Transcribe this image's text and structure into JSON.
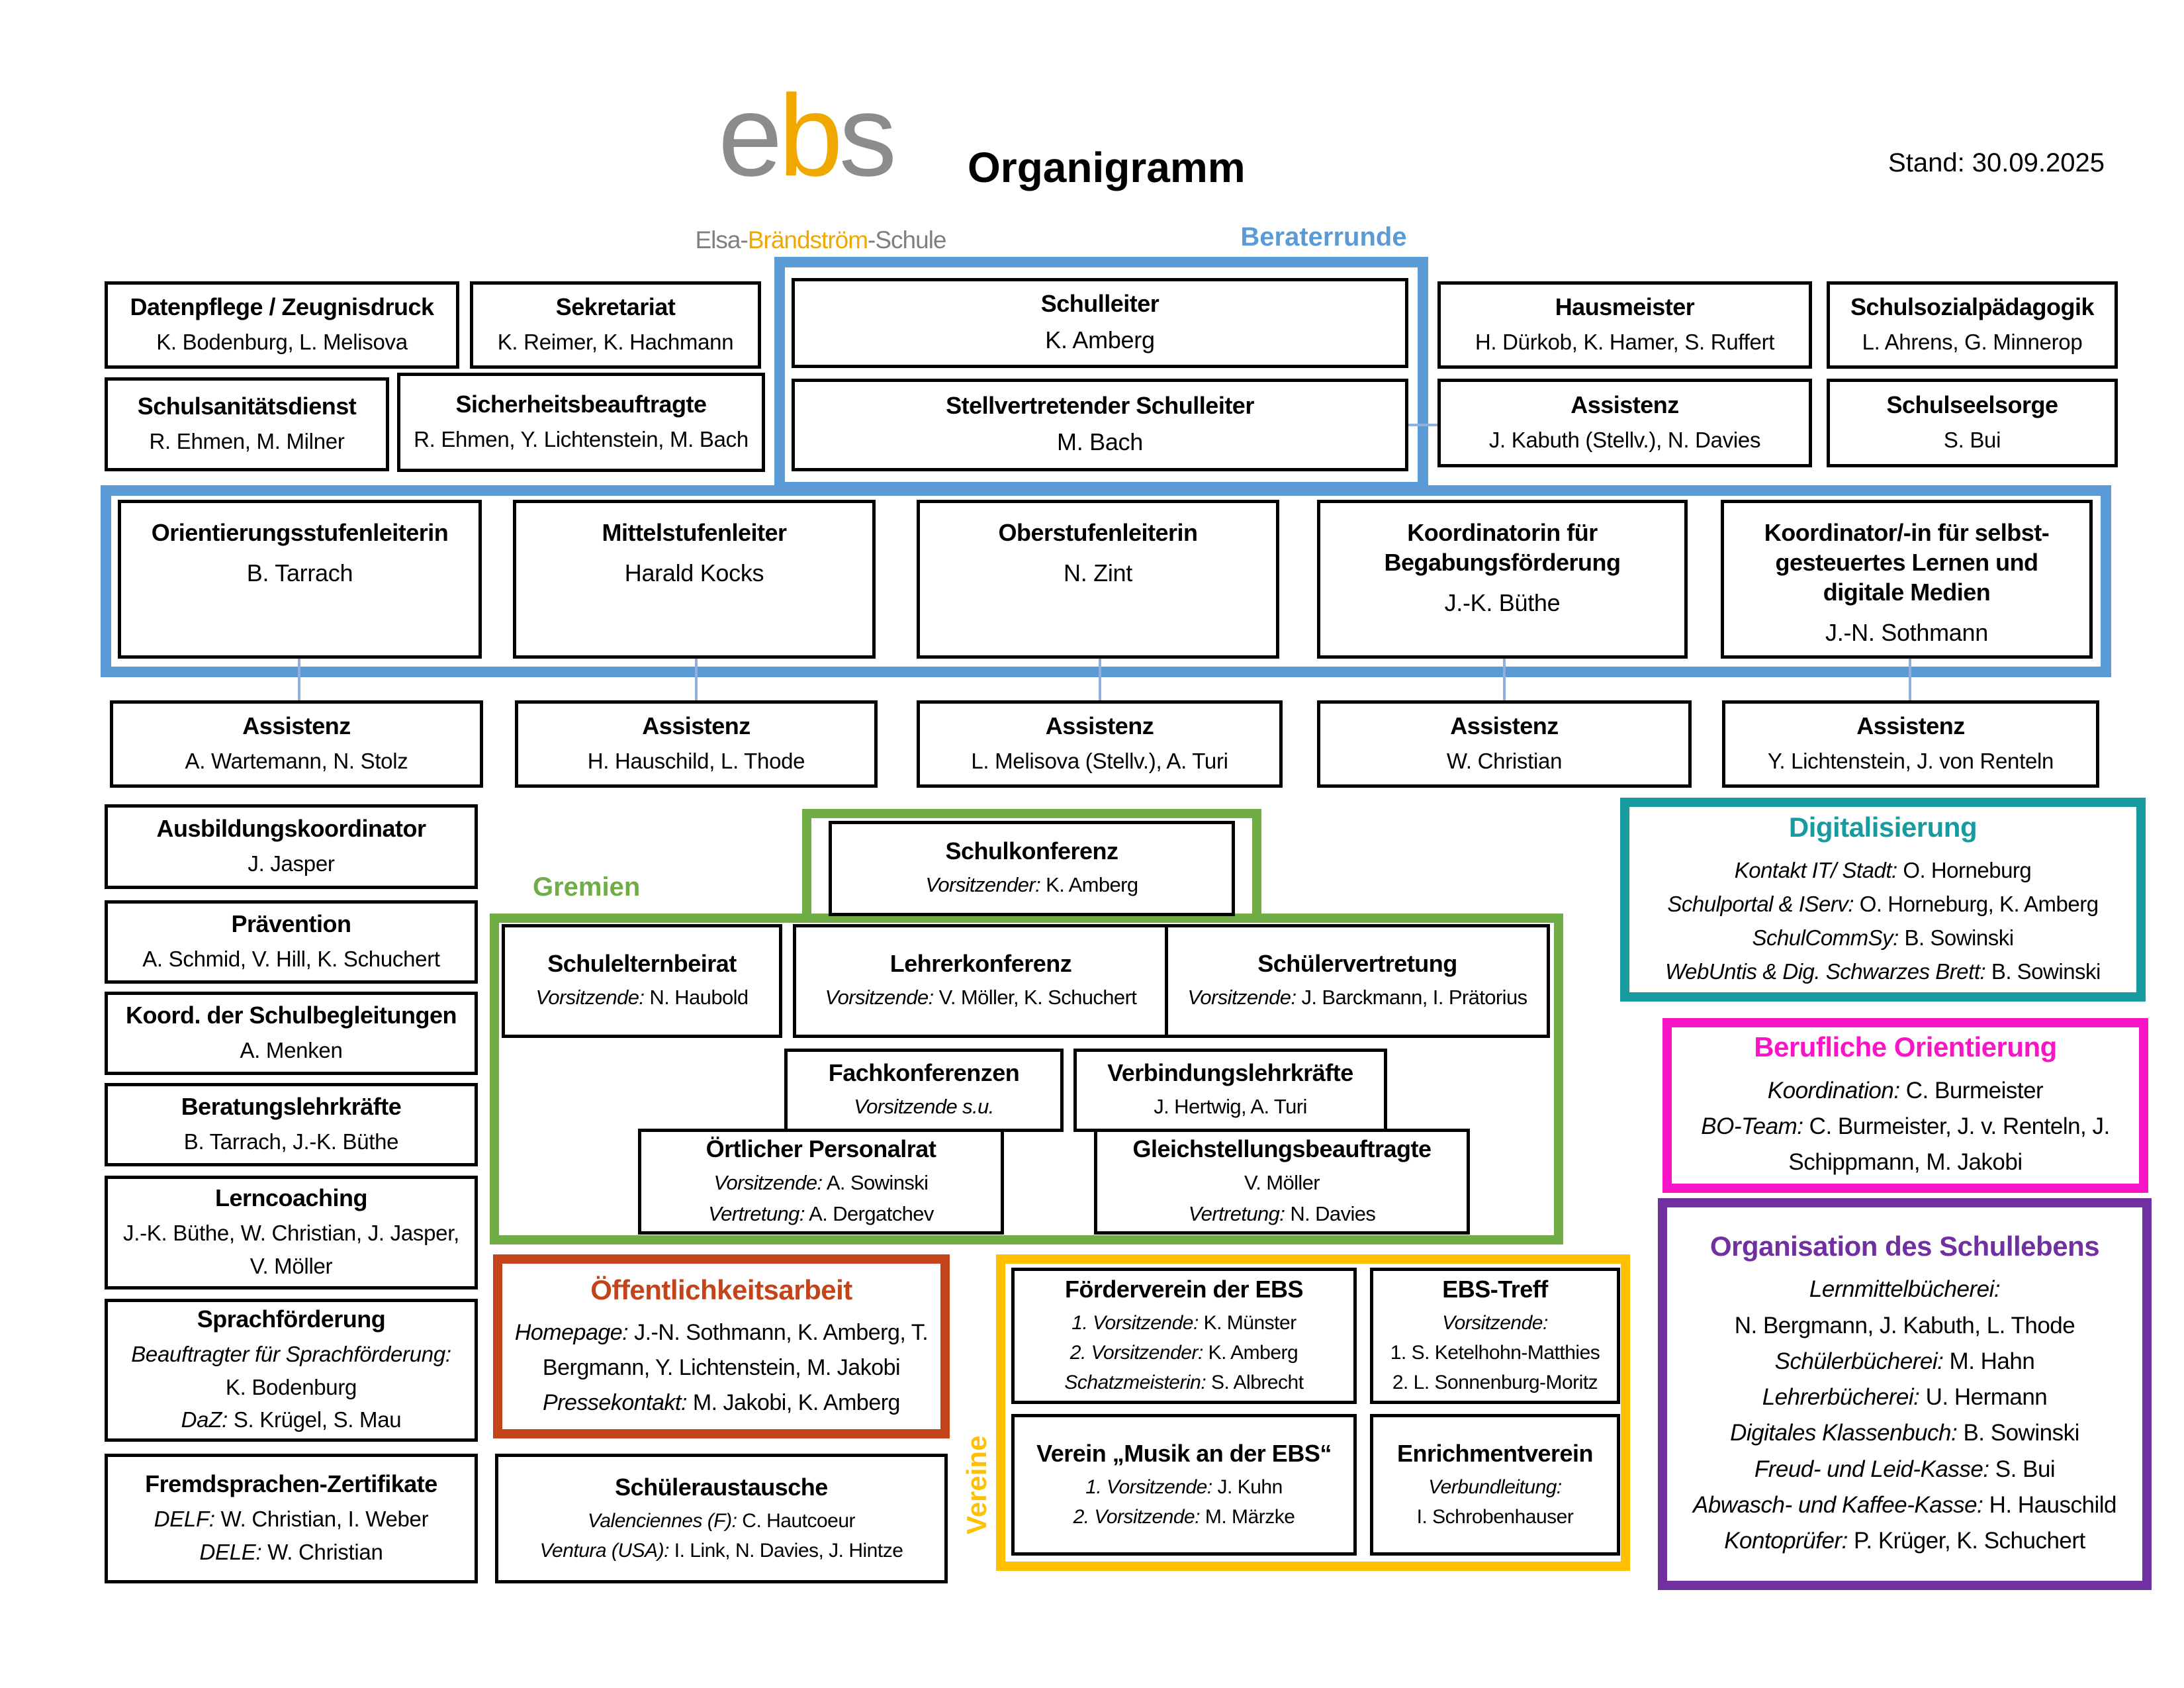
{
  "header": {
    "title": "Organigramm",
    "stand": "Stand: 30.09.2025",
    "logo": {
      "e": "e",
      "b": "b",
      "s": "s",
      "subtitle_pre": "Elsa-",
      "subtitle_accent": "Brändström",
      "subtitle_post": "-Schule"
    }
  },
  "labels": {
    "beraterrunde": "Beraterrunde",
    "gremien": "Gremien",
    "vereine": "Vereine"
  },
  "colors": {
    "blue_frame": "#5B9BD5",
    "green_frame": "#70AD47",
    "teal_frame": "#189B9E",
    "magenta_frame": "#FA14C8",
    "purple_frame": "#7030A0",
    "orange_frame": "#C3441A",
    "yellow_frame": "#FFC000",
    "connector": "#8FAFDC",
    "logo_gray": "#8C8C8C",
    "logo_orange": "#F0A800"
  },
  "boxes": {
    "datenpflege": {
      "title": "Datenpflege / Zeugnisdruck",
      "lines": [
        {
          "text": "K. Bodenburg, L. Melisova"
        }
      ]
    },
    "sekretariat": {
      "title": "Sekretariat",
      "lines": [
        {
          "text": "K. Reimer, K. Hachmann"
        }
      ]
    },
    "schulsanitaetsdienst": {
      "title": "Schulsanitätsdienst",
      "lines": [
        {
          "text": "R. Ehmen, M. Milner"
        }
      ]
    },
    "sicherheitsbeauftragte": {
      "title": "Sicherheitsbeauftragte",
      "lines": [
        {
          "text": "R. Ehmen, Y. Lichtenstein, M. Bach"
        }
      ]
    },
    "schulleiter": {
      "title": "Schulleiter",
      "lines": [
        {
          "text": "K. Amberg"
        }
      ]
    },
    "stellv_schulleiter": {
      "title": "Stellvertretender Schulleiter",
      "lines": [
        {
          "text": "M. Bach"
        }
      ]
    },
    "hausmeister": {
      "title": "Hausmeister",
      "lines": [
        {
          "text": "H. Dürkob, K. Hamer, S. Ruffert"
        }
      ]
    },
    "schulsozialpaedagogik": {
      "title": "Schulsozialpädagogik",
      "lines": [
        {
          "text": "L. Ahrens, G. Minnerop"
        }
      ]
    },
    "assistenz_schulleitung": {
      "title": "Assistenz",
      "lines": [
        {
          "text": "J. Kabuth (Stellv.), N. Davies"
        }
      ]
    },
    "schulseelsorge": {
      "title": "Schulseelsorge",
      "lines": [
        {
          "text": "S. Bui"
        }
      ]
    },
    "orientierungsstufenleiterin": {
      "title": "Orientierungsstufenleiterin",
      "lines": [
        {
          "text": "B. Tarrach"
        }
      ]
    },
    "mittelstufenleiter": {
      "title": "Mittelstufenleiter",
      "lines": [
        {
          "text": "Harald Kocks"
        }
      ]
    },
    "oberstufenleiterin": {
      "title": "Oberstufenleiterin",
      "lines": [
        {
          "text": "N. Zint"
        }
      ]
    },
    "koordinatorin_begabung": {
      "title": "Koordinatorin für Begabungsförderung",
      "lines": [
        {
          "text": "J.-K. Büthe"
        }
      ]
    },
    "koordinator_selbstlernen": {
      "title": "Koordinator/-in für selbst-gesteuertes Lernen und digitale Medien",
      "lines": [
        {
          "text": "J.-N. Sothmann"
        }
      ]
    },
    "assistenz_orientierung": {
      "title": "Assistenz",
      "lines": [
        {
          "text": "A. Wartemann, N. Stolz"
        }
      ]
    },
    "assistenz_mittelstufe": {
      "title": "Assistenz",
      "lines": [
        {
          "text": "H. Hauschild, L. Thode"
        }
      ]
    },
    "assistenz_oberstufe": {
      "title": "Assistenz",
      "lines": [
        {
          "text": "L. Melisova (Stellv.), A. Turi"
        }
      ]
    },
    "assistenz_begabung": {
      "title": "Assistenz",
      "lines": [
        {
          "text": "W. Christian"
        }
      ]
    },
    "assistenz_selbstlernen": {
      "title": "Assistenz",
      "lines": [
        {
          "text": "Y. Lichtenstein, J. von Renteln"
        }
      ]
    },
    "ausbildungskoordinator": {
      "title": "Ausbildungskoordinator",
      "lines": [
        {
          "text": "J. Jasper"
        }
      ]
    },
    "praevention": {
      "title": "Prävention",
      "lines": [
        {
          "text": "A. Schmid, V. Hill, K. Schuchert"
        }
      ]
    },
    "koord_schulbegleitungen": {
      "title": "Koord. der Schulbegleitungen",
      "lines": [
        {
          "text": "A. Menken"
        }
      ]
    },
    "beratungslehrkraefte": {
      "title": "Beratungslehrkräfte",
      "lines": [
        {
          "text": "B. Tarrach, J.-K. Büthe"
        }
      ]
    },
    "lerncoaching": {
      "title": "Lerncoaching",
      "lines": [
        {
          "text": "J.-K. Büthe, W. Christian, J. Jasper, V. Möller"
        }
      ]
    },
    "sprachfoerderung": {
      "title": "Sprachförderung",
      "lines": [
        {
          "label": "Beauftragter für Sprachförderung:"
        },
        {
          "text": "K. Bodenburg"
        },
        {
          "label": "DaZ:",
          "text": " S. Krügel, S. Mau"
        }
      ]
    },
    "fremdsprachen_zertifikate": {
      "title": "Fremdsprachen-Zertifikate",
      "lines": [
        {
          "label": "DELF:",
          "text": " W. Christian, I. Weber"
        },
        {
          "label": "DELE:",
          "text": " W. Christian"
        }
      ]
    },
    "schulkonferenz": {
      "title": "Schulkonferenz",
      "lines": [
        {
          "label": "Vorsitzender:",
          "text": " K. Amberg"
        }
      ]
    },
    "schulelternbeirat": {
      "title": "Schulelternbeirat",
      "lines": [
        {
          "label": "Vorsitzende:",
          "text": " N. Haubold"
        }
      ]
    },
    "lehrerkonferenz": {
      "title": "Lehrerkonferenz",
      "lines": [
        {
          "label": "Vorsitzende:",
          "text": " V. Möller, K. Schuchert"
        }
      ]
    },
    "schuelervertretung": {
      "title": "Schülervertretung",
      "lines": [
        {
          "label": "Vorsitzende:",
          "text": " J. Barckmann, I. Prätorius"
        }
      ]
    },
    "fachkonferenzen": {
      "title": "Fachkonferenzen",
      "lines": [
        {
          "label": "Vorsitzende s.u."
        }
      ]
    },
    "verbindungslehrkraefte": {
      "title": "Verbindungslehrkräfte",
      "lines": [
        {
          "text": "J. Hertwig, A. Turi"
        }
      ]
    },
    "oertlicher_personalrat": {
      "title": "Örtlicher Personalrat",
      "lines": [
        {
          "label": "Vorsitzende:",
          "text": " A. Sowinski"
        },
        {
          "label": "Vertretung:",
          "text": " A. Dergatchev"
        }
      ]
    },
    "gleichstellungsbeauftragte": {
      "title": "Gleichstellungsbeauftragte",
      "lines": [
        {
          "text": "V. Möller"
        },
        {
          "label": "Vertretung:",
          "text": " N. Davies"
        }
      ]
    },
    "oeffentlichkeitsarbeit": {
      "title": "Öffentlichkeitsarbeit",
      "lines": [
        {
          "label": "Homepage:",
          "text": " J.-N. Sothmann, K. Amberg, T. Bergmann, Y. Lichtenstein, M. Jakobi"
        },
        {
          "label": "Pressekontakt:",
          "text": " M. Jakobi, K. Amberg"
        }
      ]
    },
    "schueleraustausche": {
      "title": "Schüleraustausche",
      "lines": [
        {
          "label": "Valenciennes (F):",
          "text": " C. Hautcoeur"
        },
        {
          "label": "Ventura (USA):",
          "text": " I. Link, N. Davies, J. Hintze"
        }
      ]
    },
    "foerderverein": {
      "title": "Förderverein der EBS",
      "lines": [
        {
          "label": "1. Vorsitzende:",
          "text": " K. Münster"
        },
        {
          "label": "2. Vorsitzender:",
          "text": " K. Amberg"
        },
        {
          "label": "Schatzmeisterin:",
          "text": " S. Albrecht"
        }
      ]
    },
    "ebs_treff": {
      "title": "EBS-Treff",
      "lines": [
        {
          "label": "Vorsitzende:"
        },
        {
          "text": "1. S. Ketelhohn-Matthies"
        },
        {
          "text": "2. L. Sonnenburg-Moritz"
        }
      ]
    },
    "musikverein": {
      "title": "Verein „Musik an der EBS“",
      "lines": [
        {
          "label": "1. Vorsitzende:",
          "text": " J. Kuhn"
        },
        {
          "label": "2. Vorsitzende:",
          "text": " M. Märzke"
        }
      ]
    },
    "enrichmentverein": {
      "title": "Enrichmentverein",
      "lines": [
        {
          "label": "Verbundleitung:"
        },
        {
          "text": "I. Schrobenhauser"
        }
      ]
    },
    "digitalisierung": {
      "title": "Digitalisierung",
      "lines": [
        {
          "label": "Kontakt IT/ Stadt:",
          "text": " O. Horneburg"
        },
        {
          "label": "Schulportal & IServ:",
          "text": " O. Horneburg, K. Amberg"
        },
        {
          "label": "SchulCommSy:",
          "text": " B. Sowinski"
        },
        {
          "label": "WebUntis & Dig. Schwarzes Brett:",
          "text": " B. Sowinski"
        }
      ]
    },
    "berufliche_orientierung": {
      "title": "Berufliche Orientierung",
      "lines": [
        {
          "label": "Koordination:",
          "text": " C. Burmeister"
        },
        {
          "label": "BO-Team:",
          "text": " C. Burmeister, J. v. Renteln, J. Schippmann, M. Jakobi"
        }
      ]
    },
    "organisation_schulleben": {
      "title": "Organisation des Schullebens",
      "lines": [
        {
          "label": "Lernmittelbücherei:"
        },
        {
          "text": "N. Bergmann, J. Kabuth, L. Thode"
        },
        {
          "label": "Schülerbücherei:",
          "text": " M. Hahn"
        },
        {
          "label": "Lehrerbücherei:",
          "text": " U. Hermann"
        },
        {
          "label": "Digitales Klassenbuch:",
          "text": " B. Sowinski"
        },
        {
          "label": "Freud- und Leid-Kasse:",
          "text": " S. Bui"
        },
        {
          "label": "Abwasch- und Kaffee-Kasse:",
          "text": " H. Hauschild"
        },
        {
          "label": "Kontoprüfer:",
          "text": " P. Krüger, K. Schuchert"
        }
      ]
    }
  }
}
